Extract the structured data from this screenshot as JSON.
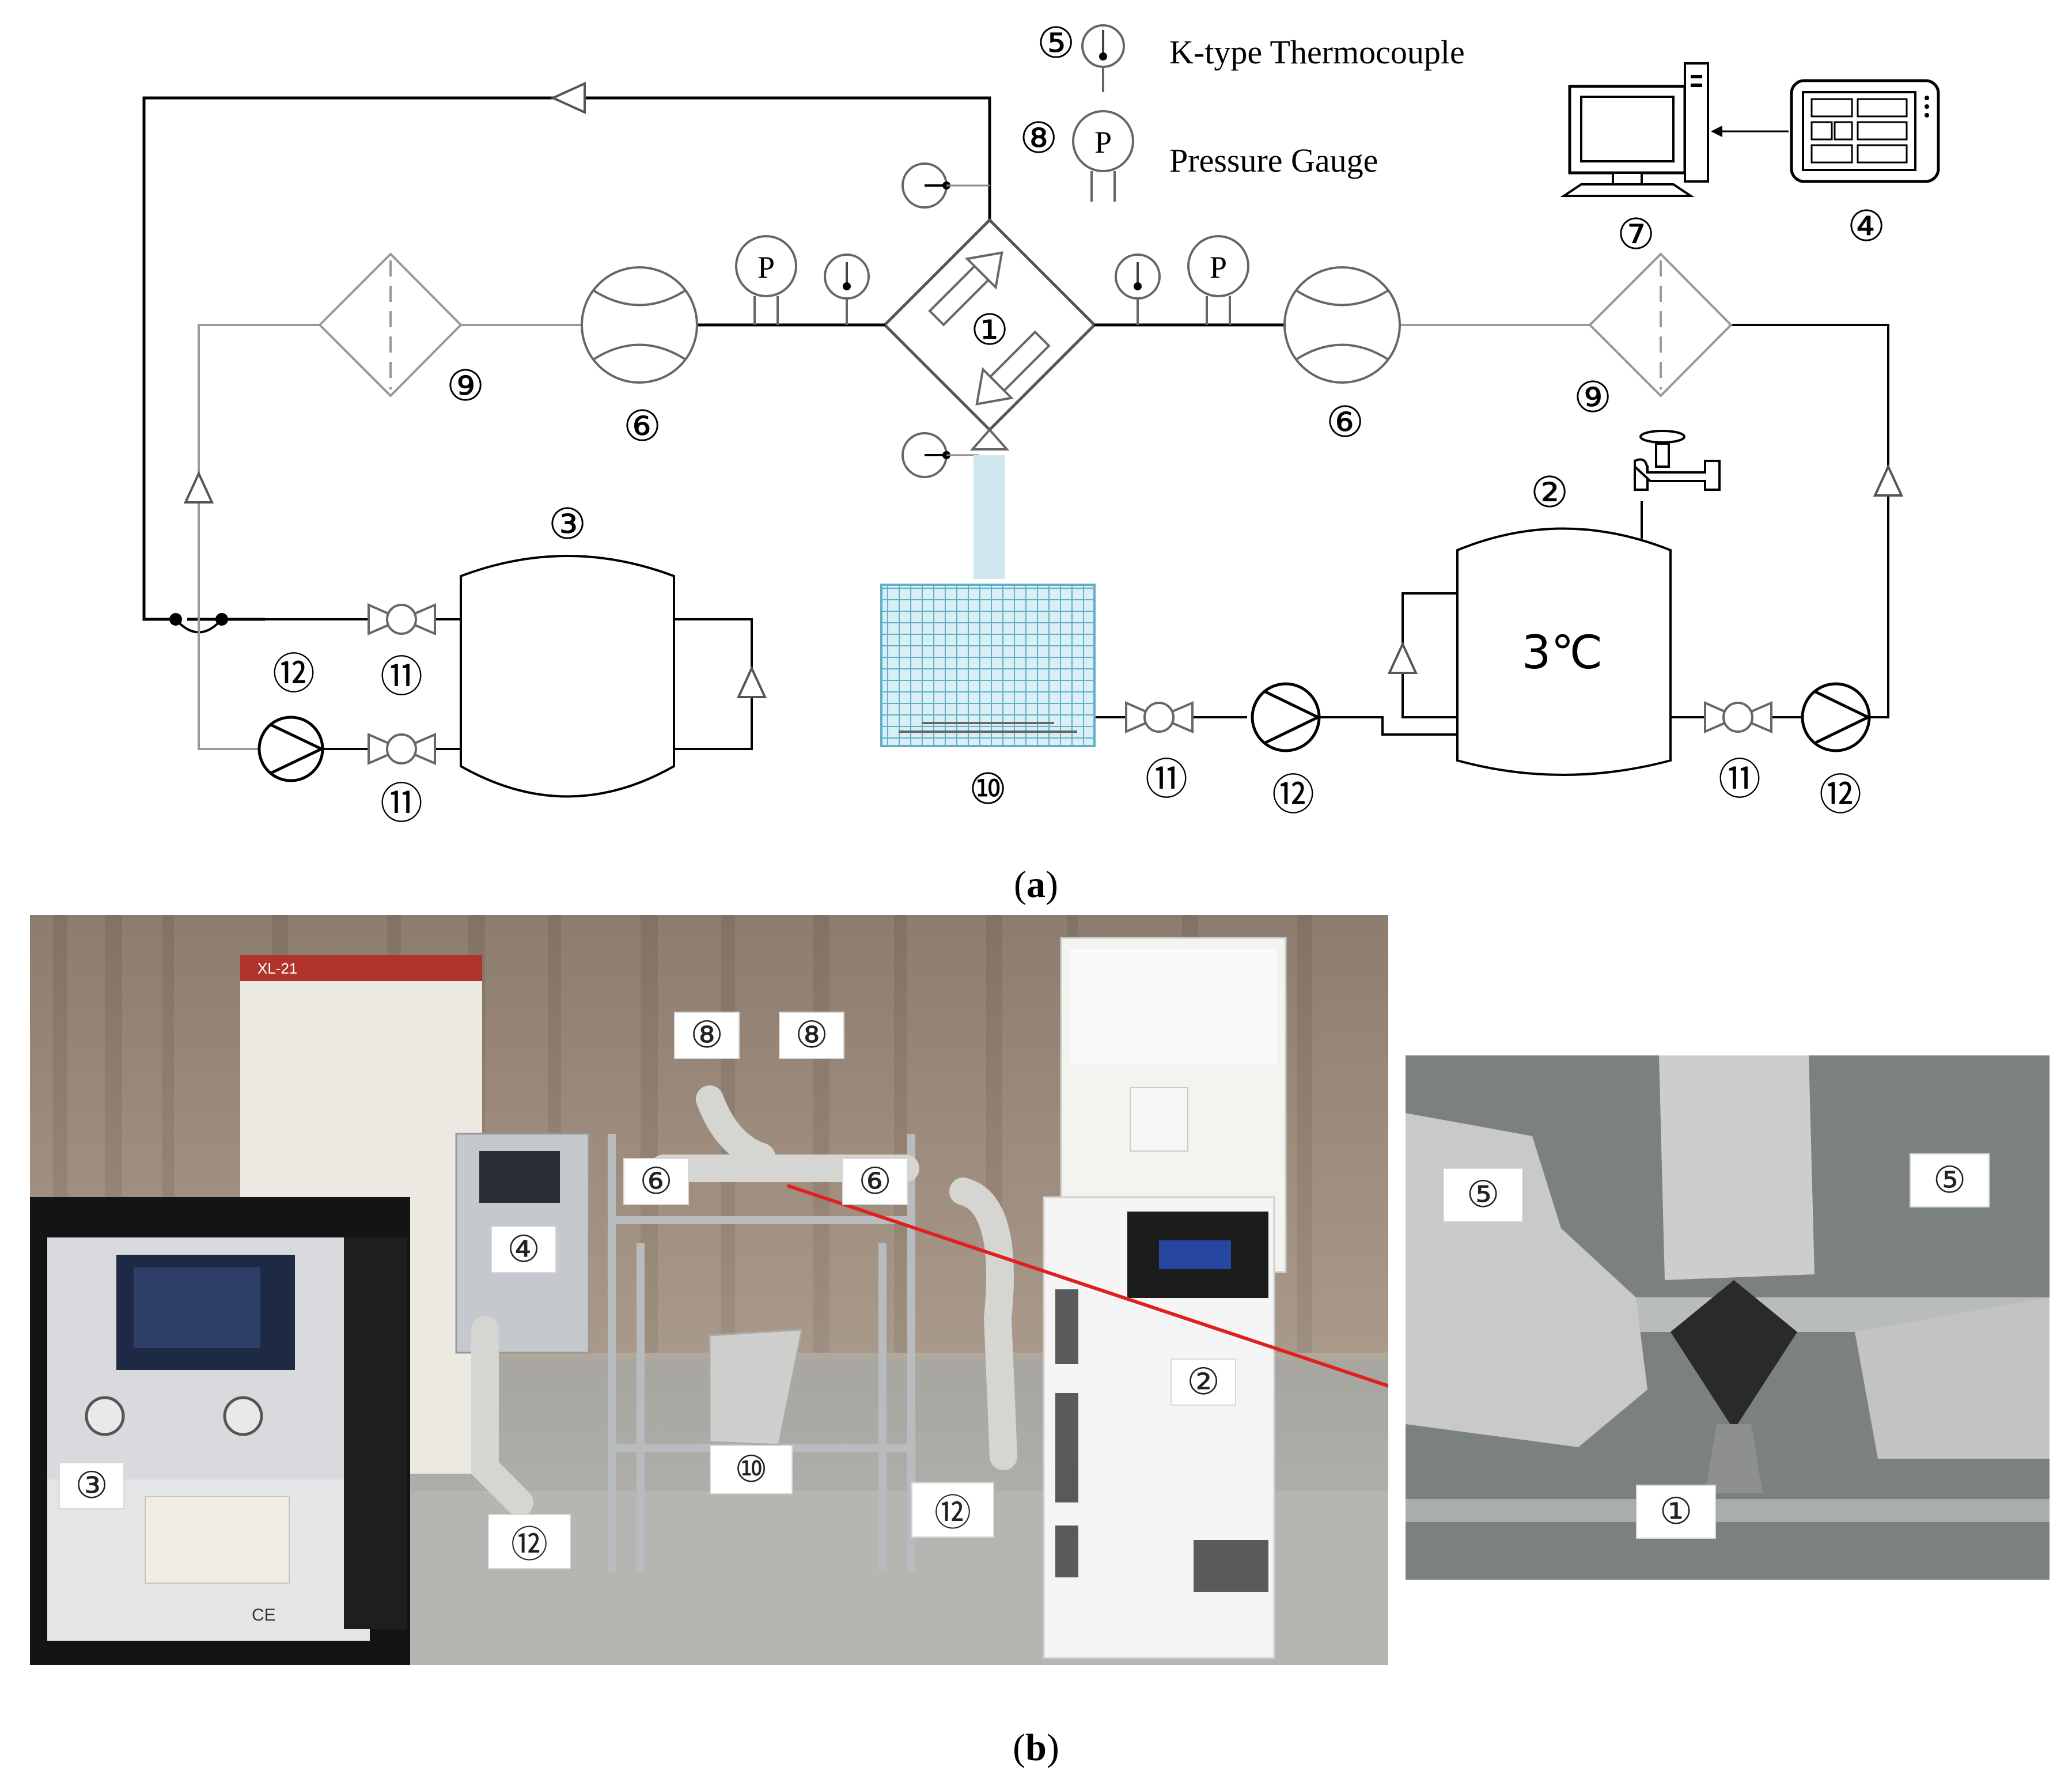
{
  "legend": {
    "thermocouple": {
      "number": "⑤",
      "label": "K-type Thermocouple"
    },
    "pressure_gauge": {
      "number": "⑧",
      "label": "Pressure Gauge",
      "symbol_letter": "P"
    }
  },
  "schematic_labels": {
    "heat_exchanger": "①",
    "cold_tank": "②",
    "cold_tank_temp": "3℃",
    "hot_tank": "③",
    "controller": "④",
    "flowmeter_left": "⑥",
    "flowmeter_right": "⑥",
    "computer": "⑦",
    "filter_left": "⑨",
    "filter_right": "⑨",
    "ice_tank": "⑩",
    "valve_hot_top": "⑪",
    "valve_hot_bottom": "⑪",
    "valve_ice": "⑪",
    "valve_cold": "⑪",
    "pump_hot": "⑫",
    "pump_ice": "⑫",
    "pump_cold": "⑫"
  },
  "captions": {
    "a": {
      "open": "(",
      "letter": "a",
      "close": ")"
    },
    "b": {
      "open": "(",
      "letter": "b",
      "close": ")"
    }
  },
  "photo_tags": {
    "gauge_left": "⑧",
    "gauge_right": "⑧",
    "flowmeter_left": "⑥",
    "flowmeter_right": "⑥",
    "controller": "④",
    "cold_chiller": "②",
    "hot_chiller": "③",
    "ice_tank": "⑩",
    "pump_left": "⑫",
    "pump_right": "⑫"
  },
  "photo_text": {
    "cabinet_label": "XL-21",
    "ce_mark": "CE"
  },
  "inset_tags": {
    "thermocouple_left": "⑤",
    "thermocouple_right": "⑤",
    "exchanger": "①"
  },
  "colors": {
    "pipe": "#000000",
    "thin_pipe": "#8a8a8a",
    "water": "#cfe8f0",
    "ice_grid": "#5fb0c8",
    "arrow": "#e02020"
  }
}
